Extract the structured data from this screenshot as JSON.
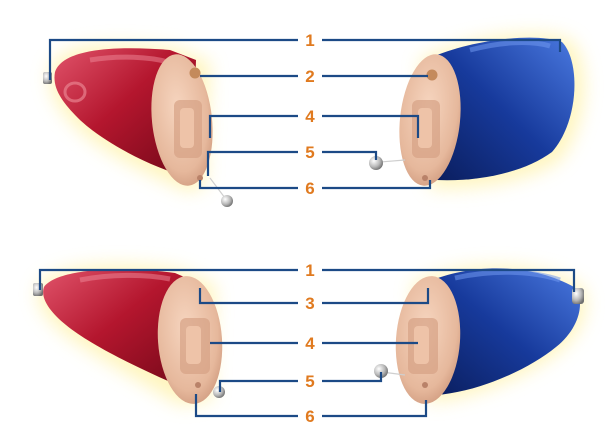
{
  "colors": {
    "callout_number": "#e07a1f",
    "leader_line": "#1c4a86",
    "left_shell": "#b4162e",
    "right_shell": "#173a9c",
    "faceplate": "#e6b89c",
    "glow": "#fff3b0"
  },
  "top_panel": {
    "callouts": [
      "1",
      "2",
      "4",
      "5",
      "6"
    ]
  },
  "bottom_panel": {
    "callouts": [
      "1",
      "3",
      "4",
      "5",
      "6"
    ]
  }
}
